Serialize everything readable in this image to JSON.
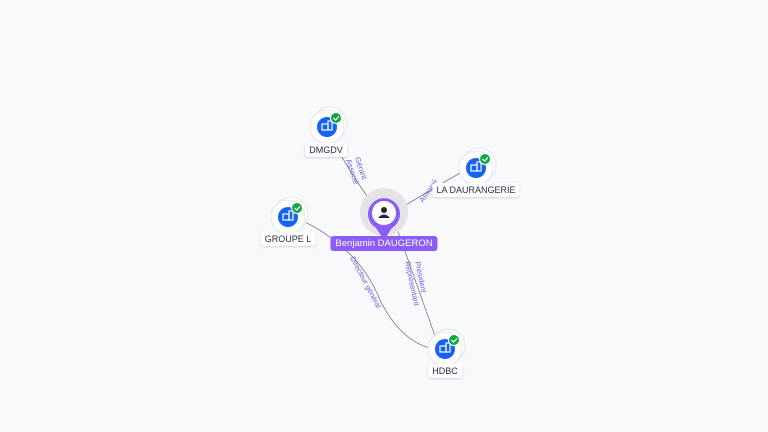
{
  "center": {
    "name": "Benjamin DAUGERON",
    "icon": "person-icon",
    "color": "#8b5cf6"
  },
  "nodes": [
    {
      "name": "DMGDV",
      "icon": "building-icon",
      "verified": true
    },
    {
      "name": "LA DAURANGERIE",
      "icon": "building-icon",
      "verified": true
    },
    {
      "name": "GROUPE L",
      "icon": "building-icon",
      "verified": true
    },
    {
      "name": "HDBC",
      "icon": "building-icon",
      "verified": true
    }
  ],
  "edges": [
    {
      "label1": "Gérant",
      "label2": "Associé"
    },
    {
      "label1": "Associé"
    },
    {
      "label1": "Directeur général"
    },
    {
      "label1": "Président",
      "label2": "Représentant"
    }
  ],
  "colors": {
    "node": "#1463f3",
    "verified": "#16a34a",
    "edge": "#6b7280",
    "edge_label": "#6b63e0"
  }
}
